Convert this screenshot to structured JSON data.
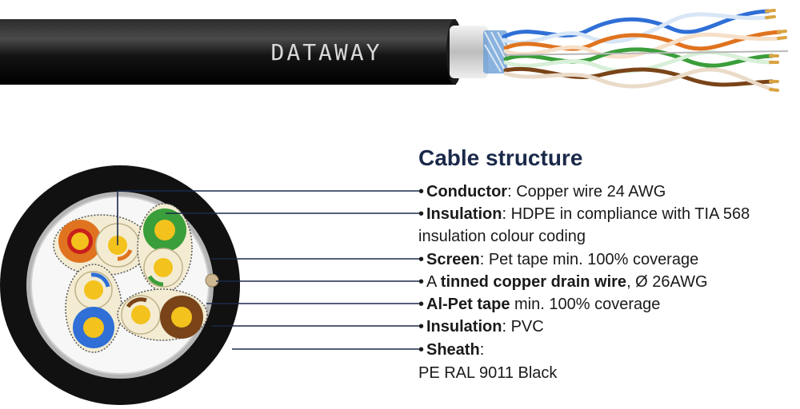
{
  "cable": {
    "brand_print": "DATAWAY",
    "colors": {
      "sheath": "#111111",
      "pair_orange": "#e0731f",
      "pair_green": "#3a9e3a",
      "pair_blue": "#2f6fd6",
      "pair_brown": "#7a4418",
      "copper": "#d9a441"
    }
  },
  "legend": {
    "title": "Cable structure",
    "items": [
      {
        "bold": "Conductor",
        "text": ": Copper wire 24 AWG"
      },
      {
        "bold": "Insulation",
        "text": ": HDPE in compliance with TIA 568",
        "text2": "insulation colour coding"
      },
      {
        "bold": "Screen",
        "text": ": Pet tape min. 100% coverage"
      },
      {
        "prefix": "A ",
        "bold": "tinned copper drain wire",
        "text": ", Ø 26AWG"
      },
      {
        "bold": "Al-Pet tape",
        "text": " min. 100% coverage"
      },
      {
        "bold": "Insulation",
        "text": ": PVC"
      },
      {
        "bold": "Sheath",
        "text": ":",
        "text2": "PE RAL 9011 Black"
      }
    ]
  }
}
